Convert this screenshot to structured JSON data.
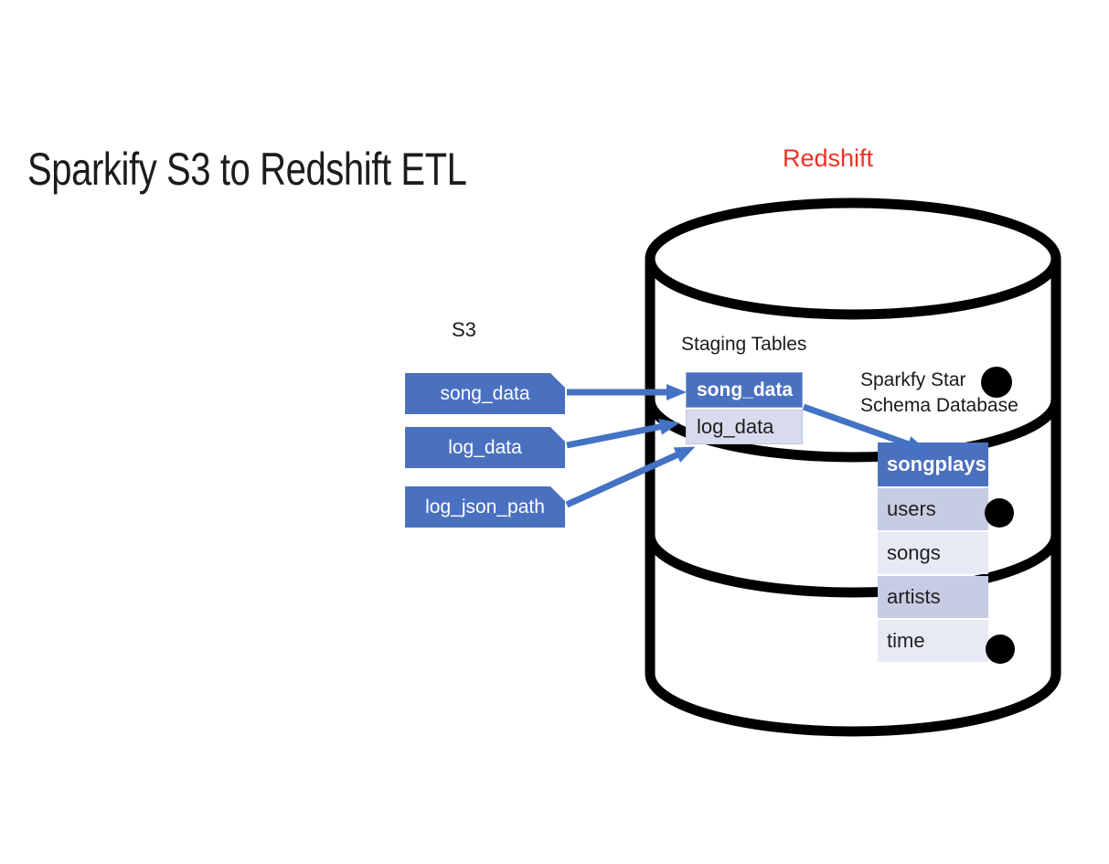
{
  "slide_title": "Sparkify S3 to Redshift ETL",
  "s3": {
    "label": "S3",
    "buckets": [
      {
        "label": "song_data"
      },
      {
        "label": "log_data"
      },
      {
        "label": "log_json_path"
      }
    ]
  },
  "redshift": {
    "label": "Redshift",
    "staging": {
      "label": "Staging Tables",
      "header": "song_data",
      "rows": [
        {
          "label": "log_data"
        }
      ]
    },
    "star_schema": {
      "label_line1": "Sparkfy Star",
      "label_line2": "Schema Database",
      "fact_table": "songplays",
      "dimension_tables": [
        {
          "label": "users"
        },
        {
          "label": "songs"
        },
        {
          "label": "artists"
        },
        {
          "label": "time"
        }
      ]
    }
  },
  "colors": {
    "accent_blue": "#4472C4",
    "arrow_blue": "#4472C4",
    "staging_row_fill": "#D8DBED",
    "dimension_row_fill_dark": "#C7CCE4",
    "dimension_row_fill_light": "#E7E9F3",
    "redshift_label_red": "#EE3124",
    "cylinder_outline": "#000000",
    "title_text": "#1C1C1C"
  }
}
